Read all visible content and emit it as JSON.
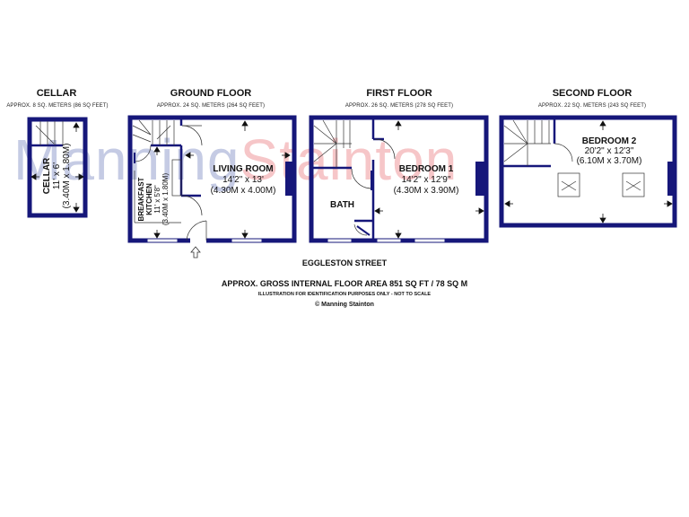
{
  "watermark": {
    "part1": "Manning",
    "part2": "Stainton",
    "colors": {
      "part1": "#c5cbe4",
      "part2": "#f6c6c8"
    }
  },
  "colors": {
    "wall": "#16177a",
    "text": "#111111"
  },
  "floors": [
    {
      "title": "CELLAR",
      "area": "APPROX. 8 SQ. METERS (86 SQ FEET)",
      "rooms": [
        {
          "name": "CELLAR",
          "dim_imperial": "11' x 6'",
          "dim_metric": "(3.40M x 1.80M)",
          "orientation": "vertical"
        }
      ]
    },
    {
      "title": "GROUND FLOOR",
      "area": "APPROX. 24 SQ. METERS (264 SQ FEET)",
      "rooms": [
        {
          "name": "LIVING ROOM",
          "dim_imperial": "14'2\" x 13'",
          "dim_metric": "(4.30M x 4.00M)"
        },
        {
          "name": "BREAKFAST KITCHEN",
          "name_line1": "BREAKFAST",
          "name_line2": "KITCHEN",
          "dim_imperial": "11' x 5'8\"",
          "dim_metric": "(3.40M x 1.80M)",
          "orientation": "vertical"
        }
      ]
    },
    {
      "title": "FIRST FLOOR",
      "area": "APPROX. 26 SQ. METERS (278 SQ FEET)",
      "rooms": [
        {
          "name": "BEDROOM 1",
          "dim_imperial": "14'2\" x 12'9\"",
          "dim_metric": "(4.30M x 3.90M)"
        },
        {
          "name": "BATH"
        }
      ]
    },
    {
      "title": "SECOND FLOOR",
      "area": "APPROX. 22 SQ. METERS (243 SQ FEET)",
      "rooms": [
        {
          "name": "BEDROOM 2",
          "dim_imperial": "20'2\" x 12'3\"",
          "dim_metric": "(6.10M x 3.70M)"
        }
      ]
    }
  ],
  "footer": {
    "street": "EGGLESTON STREET",
    "gross_area": "APPROX. GROSS INTERNAL FLOOR AREA 851 SQ FT / 78 SQ M",
    "disclaimer": "ILLUSTRATION FOR IDENTIFICATION PURPOSES ONLY - NOT TO SCALE",
    "copyright": "© Manning Stainton"
  }
}
